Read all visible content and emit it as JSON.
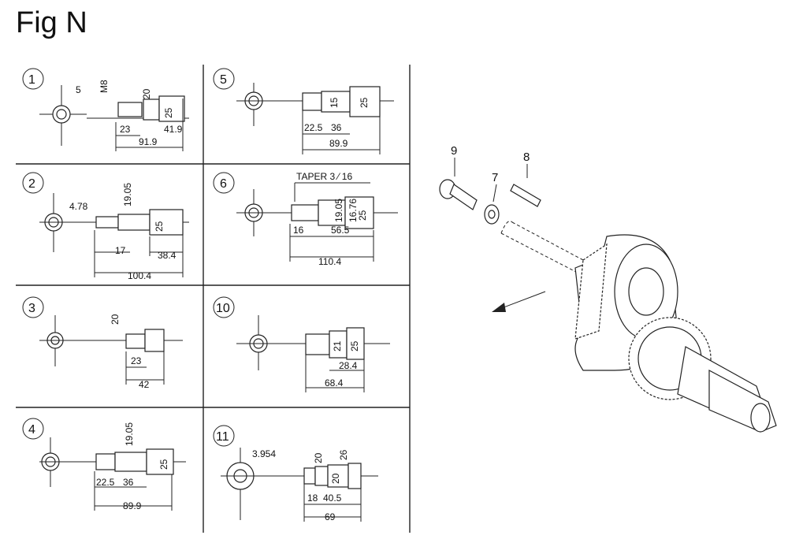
{
  "title": "Fig N",
  "panels": [
    {
      "id": "1",
      "dims": [
        "5",
        "M8",
        "20",
        "25",
        "23",
        "41.9",
        "91.9"
      ]
    },
    {
      "id": "2",
      "dims": [
        "4.78",
        "19.05",
        "25",
        "17",
        "38.4",
        "100.4"
      ]
    },
    {
      "id": "3",
      "dims": [
        "20",
        "23",
        "42"
      ]
    },
    {
      "id": "4",
      "dims": [
        "19.05",
        "25",
        "22.5",
        "36",
        "89.9"
      ]
    },
    {
      "id": "5",
      "dims": [
        "15",
        "25",
        "22.5",
        "36",
        "89.9"
      ]
    },
    {
      "id": "6",
      "dims": [
        "TAPER 3 ⁄ 16",
        "16",
        "19.05",
        "25",
        "56.5",
        "110.4",
        "16.76"
      ]
    },
    {
      "id": "10",
      "dims": [
        "21",
        "25",
        "28.4",
        "68.4"
      ]
    },
    {
      "id": "11",
      "dims": [
        "3.954",
        "20",
        "26",
        "18",
        "20",
        "40.5",
        "69"
      ]
    }
  ],
  "callouts": [
    "9",
    "8",
    "7"
  ]
}
